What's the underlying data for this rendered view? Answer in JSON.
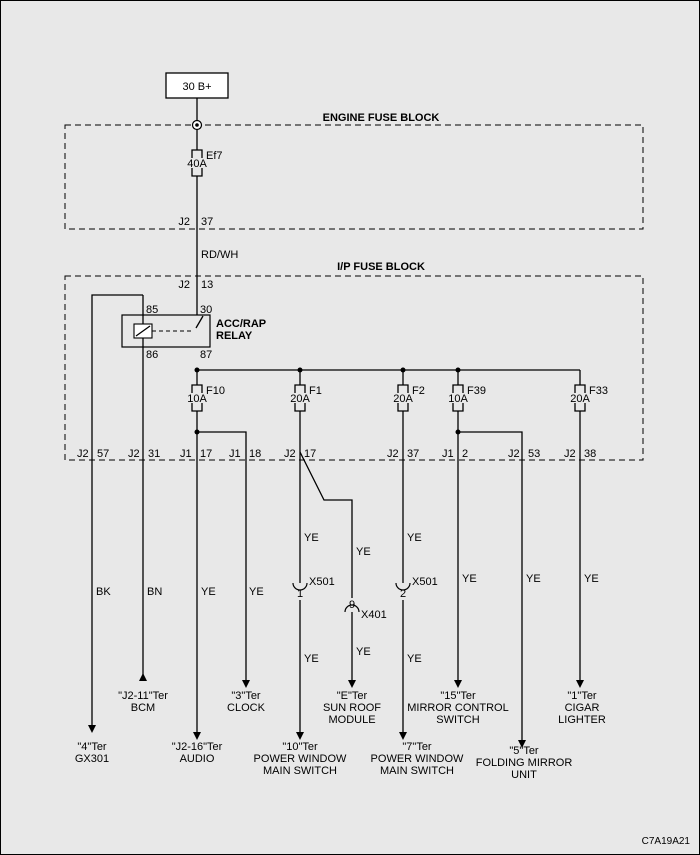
{
  "source": {
    "label": "30 B+"
  },
  "engine_fuse_block": {
    "title": "ENGINE FUSE BLOCK",
    "fuse": {
      "name": "Ef7",
      "rating": "40A"
    },
    "connector": "J2",
    "pin": "37"
  },
  "wire_main": {
    "color": "RD/WH"
  },
  "ip_fuse_block": {
    "title": "I/P FUSE BLOCK",
    "input": {
      "connector": "J2",
      "pin": "13"
    },
    "relay": {
      "name_line1": "ACC/RAP",
      "name_line2": "RELAY",
      "pin_85": "85",
      "pin_86": "86",
      "pin_30": "30",
      "pin_87": "87"
    },
    "fuses": [
      {
        "name": "F10",
        "rating": "10A"
      },
      {
        "name": "F1",
        "rating": "20A"
      },
      {
        "name": "F2",
        "rating": "20A"
      },
      {
        "name": "F39",
        "rating": "10A"
      },
      {
        "name": "F33",
        "rating": "20A"
      }
    ],
    "pins": [
      {
        "connector": "J2",
        "pin": "57"
      },
      {
        "connector": "J2",
        "pin": "31"
      },
      {
        "connector": "J1",
        "pin": "17"
      },
      {
        "connector": "J1",
        "pin": "18"
      },
      {
        "connector": "J2",
        "pin": "17"
      },
      {
        "connector": "J2",
        "pin": "37"
      },
      {
        "connector": "J1",
        "pin": "2"
      },
      {
        "connector": "J2",
        "pin": "53"
      },
      {
        "connector": "J2",
        "pin": "38"
      }
    ]
  },
  "wires": {
    "bk": "BK",
    "bn": "BN",
    "ye": "YE"
  },
  "connectors": {
    "x501_a": {
      "name": "X501",
      "pin": "1"
    },
    "x401": {
      "name": "X401",
      "pin": "9"
    },
    "x501_b": {
      "name": "X501",
      "pin": "2"
    }
  },
  "destinations": {
    "gx301": {
      "line1": "\"4\"Ter",
      "line2": "GX301"
    },
    "bcm": {
      "line1": "\"J2-11\"Ter",
      "line2": "BCM"
    },
    "audio": {
      "line1": "\"J2-16\"Ter",
      "line2": "AUDIO"
    },
    "clock": {
      "line1": "\"3\"Ter",
      "line2": "CLOCK"
    },
    "pw_main_1": {
      "line1": "\"10\"Ter",
      "line2": "POWER WINDOW",
      "line3": "MAIN SWITCH"
    },
    "sunroof": {
      "line1": "\"E\"Ter",
      "line2": "SUN ROOF",
      "line3": "MODULE"
    },
    "pw_main_2": {
      "line1": "\"7\"Ter",
      "line2": "POWER WINDOW",
      "line3": "MAIN SWITCH"
    },
    "mirror_ctrl": {
      "line1": "\"15\"Ter",
      "line2": "MIRROR CONTROL",
      "line3": "SWITCH"
    },
    "folding_mirror": {
      "line1": "\"5\"Ter",
      "line2": "FOLDING MIRROR",
      "line3": "UNIT"
    },
    "cigar": {
      "line1": "\"1\"Ter",
      "line2": "CIGAR",
      "line3": "LIGHTER"
    }
  },
  "figure_code": "C7A19A21"
}
